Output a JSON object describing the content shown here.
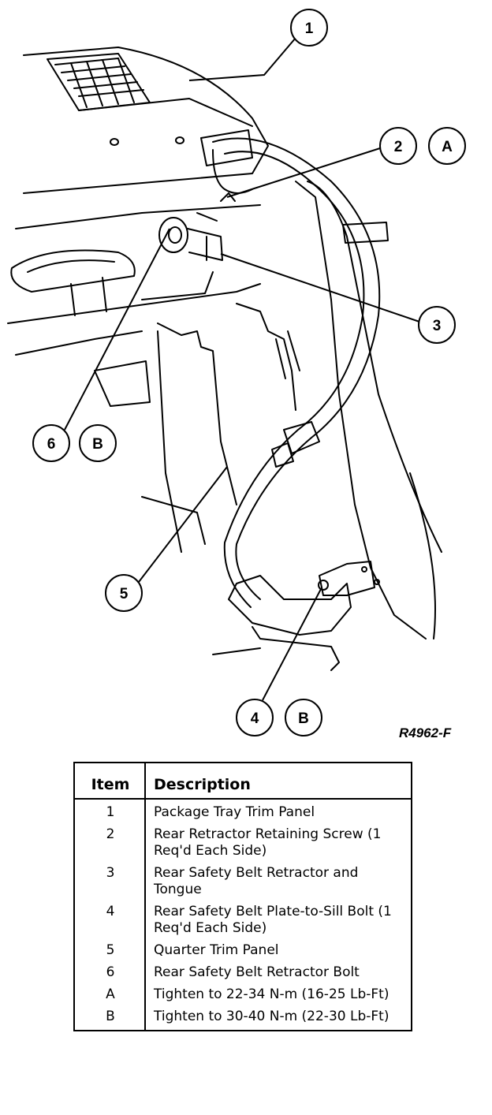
{
  "figure_id": "R4962-F",
  "callouts": [
    {
      "label": "1"
    },
    {
      "label": "2"
    },
    {
      "label": "A"
    },
    {
      "label": "3"
    },
    {
      "label": "6"
    },
    {
      "label": "B"
    },
    {
      "label": "5"
    },
    {
      "label": "4"
    },
    {
      "label": "B"
    }
  ],
  "legend": {
    "header_item": "Item",
    "header_description": "Description",
    "rows": [
      {
        "item": "1",
        "description": "Package Tray Trim Panel"
      },
      {
        "item": "2",
        "description": "Rear Retractor Retaining Screw (1 Req'd Each Side)"
      },
      {
        "item": "3",
        "description": "Rear Safety Belt Retractor and Tongue"
      },
      {
        "item": "4",
        "description": "Rear Safety Belt Plate-to-Sill Bolt (1 Req'd Each Side)"
      },
      {
        "item": "5",
        "description": "Quarter Trim Panel"
      },
      {
        "item": "6",
        "description": "Rear Safety Belt Retractor Bolt"
      },
      {
        "item": "A",
        "description": "Tighten to 22-34 N-m (16-25 Lb-Ft)"
      },
      {
        "item": "B",
        "description": "Tighten to 30-40 N-m (22-30 Lb-Ft)"
      }
    ]
  }
}
